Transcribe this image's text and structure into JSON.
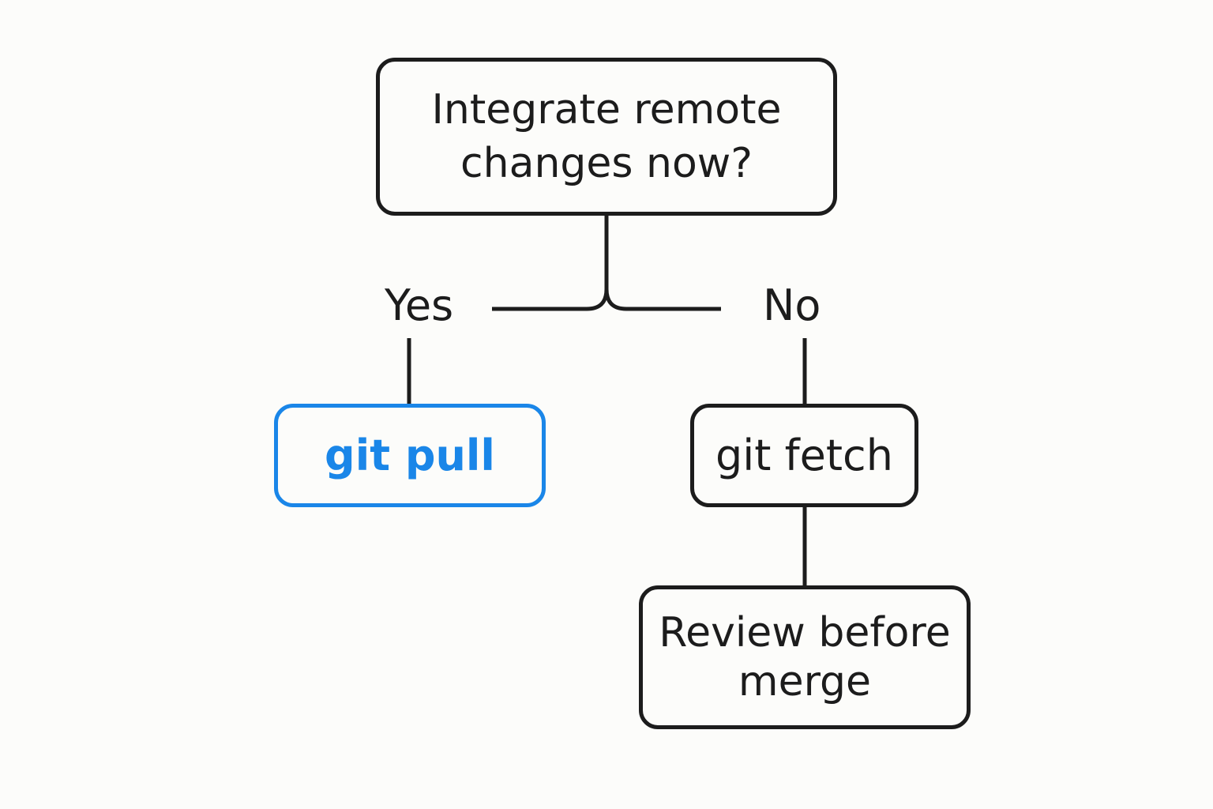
{
  "colors": {
    "background": "#fcfcfa",
    "stroke": "#1c1c1c",
    "highlight": "#1a86e8"
  },
  "decision": {
    "line1": "Integrate remote",
    "line2": "changes now?"
  },
  "branches": {
    "yes_label": "Yes",
    "no_label": "No"
  },
  "yes_outcome": {
    "label": "git pull"
  },
  "no_outcome": {
    "label": "git fetch"
  },
  "no_followup": {
    "line1": "Review before",
    "line2": "merge"
  }
}
